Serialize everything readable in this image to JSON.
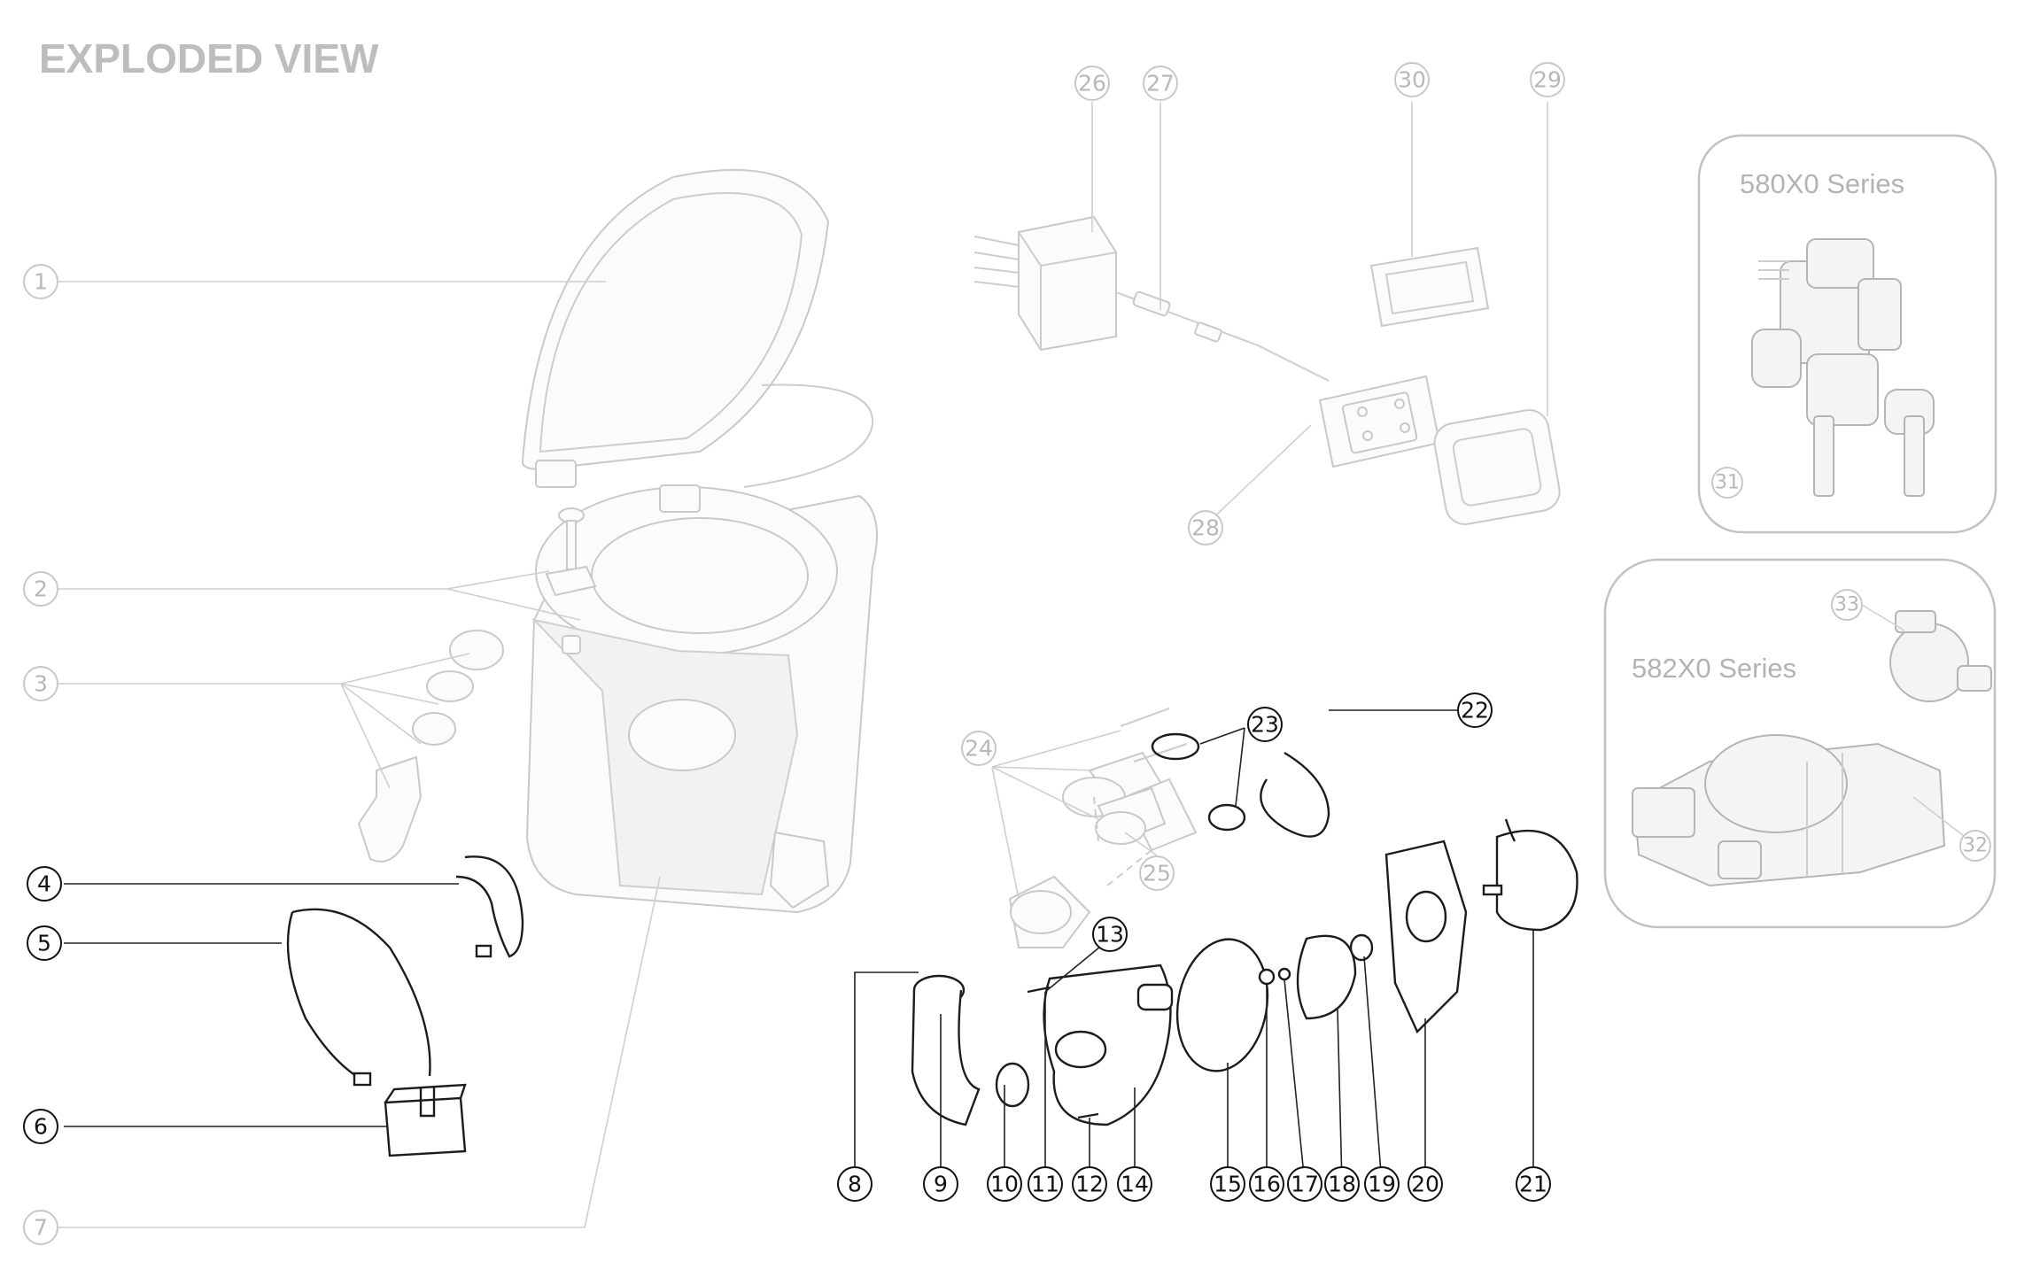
{
  "title": "EXPLODED VIEW",
  "series_labels": {
    "s580": "580X0 Series",
    "s582": "582X0 Series"
  },
  "callouts": {
    "c1": "1",
    "c2": "2",
    "c3": "3",
    "c4": "4",
    "c5": "5",
    "c6": "6",
    "c7": "7",
    "c8": "8",
    "c9": "9",
    "c10": "10",
    "c11": "11",
    "c12": "12",
    "c13": "13",
    "c14": "14",
    "c15": "15",
    "c16": "16",
    "c17": "17",
    "c18": "18",
    "c19": "19",
    "c20": "20",
    "c21": "21",
    "c22": "22",
    "c23": "23",
    "c24": "24",
    "c25": "25",
    "c26": "26",
    "c27": "27",
    "c28": "28",
    "c29": "29",
    "c30": "30",
    "c31": "31",
    "c32": "32",
    "c33": "33"
  }
}
